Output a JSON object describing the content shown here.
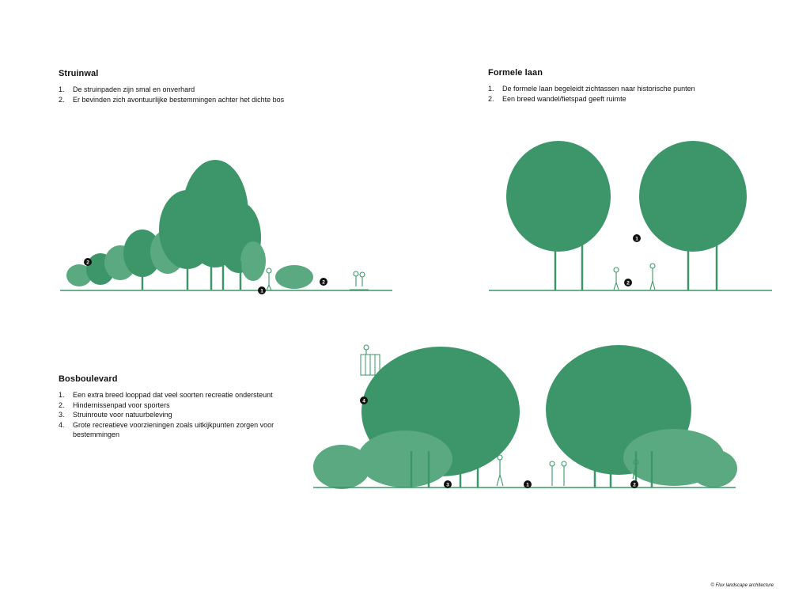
{
  "sections": {
    "struinwal": {
      "title": "Struinwal",
      "items": [
        {
          "num": "1.",
          "text": "De struinpaden zijn smal en onverhard"
        },
        {
          "num": "2.",
          "text": "Er bevinden zich avontuurlijke bestemmingen achter het dichte bos"
        }
      ],
      "markers": [
        "1",
        "2",
        "2"
      ]
    },
    "formele_laan": {
      "title": "Formele laan",
      "items": [
        {
          "num": "1.",
          "text": "De formele laan begeleidt zichtassen naar historische punten"
        },
        {
          "num": "2.",
          "text": "Een breed wandel/fietspad geeft ruimte"
        }
      ],
      "markers": [
        "1",
        "2"
      ]
    },
    "bosboulevard": {
      "title": "Bosboulevard",
      "items": [
        {
          "num": "1.",
          "text": "Een extra breed looppad dat veel soorten recreatie ondersteunt"
        },
        {
          "num": "2.",
          "text": "Hindernissenpad voor sporters"
        },
        {
          "num": "3.",
          "text": "Struinroute voor natuurbeleving"
        },
        {
          "num": "4.",
          "text": "Grote recreatieve voorzieningen zoals uitkijkpunten zorgen voor bestemmingen"
        }
      ],
      "markers": [
        "1",
        "2",
        "3",
        "4"
      ]
    }
  },
  "credit": "© Flux landscape architecture",
  "colors": {
    "vegetation": "#3c9669",
    "marker": "#111111",
    "text": "#111111"
  }
}
